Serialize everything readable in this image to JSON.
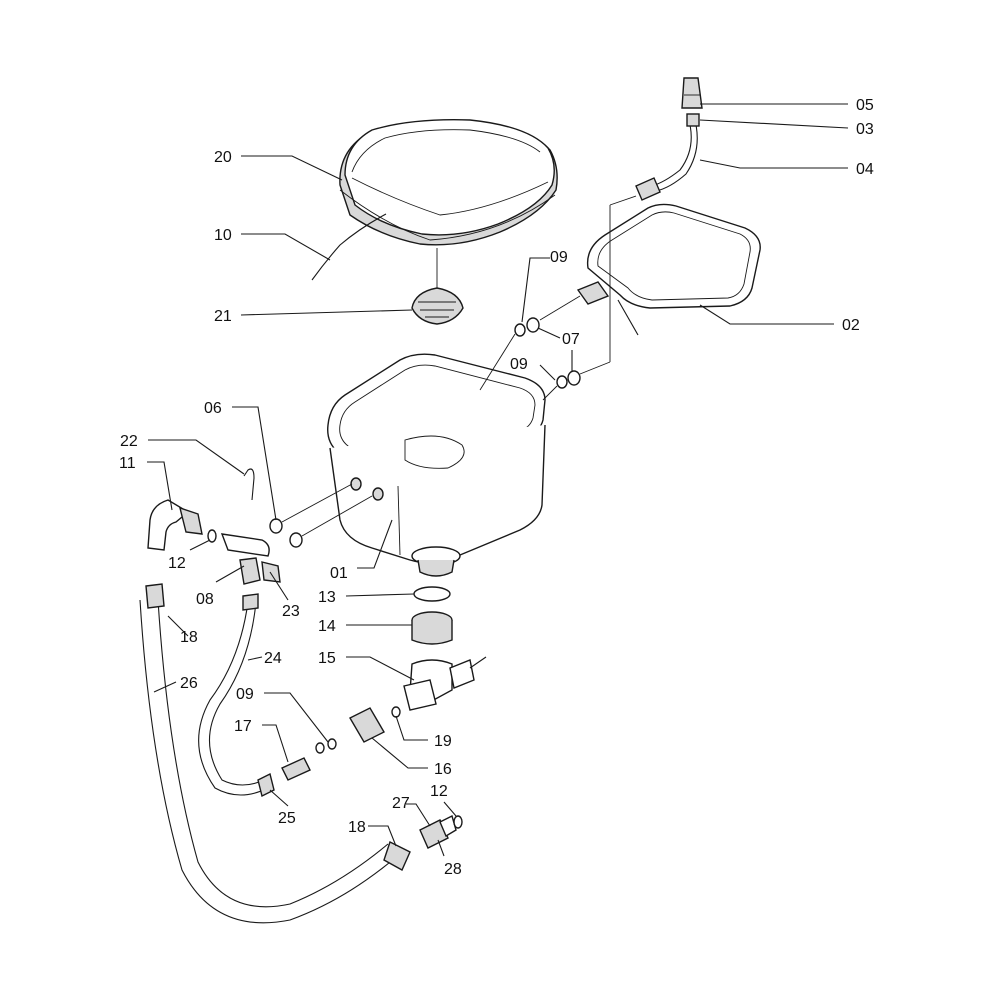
{
  "callouts": [
    {
      "id": "c05",
      "text": "05"
    },
    {
      "id": "c03",
      "text": "03"
    },
    {
      "id": "c04",
      "text": "04"
    },
    {
      "id": "c20",
      "text": "20"
    },
    {
      "id": "c10",
      "text": "10"
    },
    {
      "id": "c09a",
      "text": "09"
    },
    {
      "id": "c21",
      "text": "21"
    },
    {
      "id": "c02",
      "text": "02"
    },
    {
      "id": "c07",
      "text": "07"
    },
    {
      "id": "c09b",
      "text": "09"
    },
    {
      "id": "c06",
      "text": "06"
    },
    {
      "id": "c22",
      "text": "22"
    },
    {
      "id": "c11",
      "text": "11"
    },
    {
      "id": "c12a",
      "text": "12"
    },
    {
      "id": "c08",
      "text": "08"
    },
    {
      "id": "c23",
      "text": "23"
    },
    {
      "id": "c01",
      "text": "01"
    },
    {
      "id": "c13",
      "text": "13"
    },
    {
      "id": "c14",
      "text": "14"
    },
    {
      "id": "c18a",
      "text": "18"
    },
    {
      "id": "c24",
      "text": "24"
    },
    {
      "id": "c15",
      "text": "15"
    },
    {
      "id": "c26",
      "text": "26"
    },
    {
      "id": "c09c",
      "text": "09"
    },
    {
      "id": "c19",
      "text": "19"
    },
    {
      "id": "c17",
      "text": "17"
    },
    {
      "id": "c16",
      "text": "16"
    },
    {
      "id": "c25",
      "text": "25"
    },
    {
      "id": "c27",
      "text": "27"
    },
    {
      "id": "c12b",
      "text": "12"
    },
    {
      "id": "c18b",
      "text": "18"
    },
    {
      "id": "c28",
      "text": "28"
    }
  ]
}
